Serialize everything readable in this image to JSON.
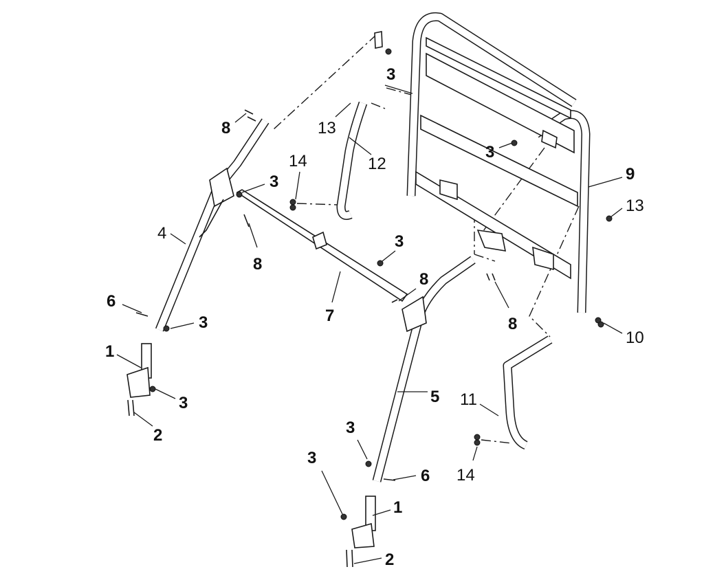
{
  "diagram": {
    "type": "exploded-parts-diagram",
    "callouts": [
      "1",
      "2",
      "3",
      "4",
      "5",
      "6",
      "7",
      "8",
      "9",
      "10",
      "11",
      "12",
      "13",
      "14"
    ]
  }
}
